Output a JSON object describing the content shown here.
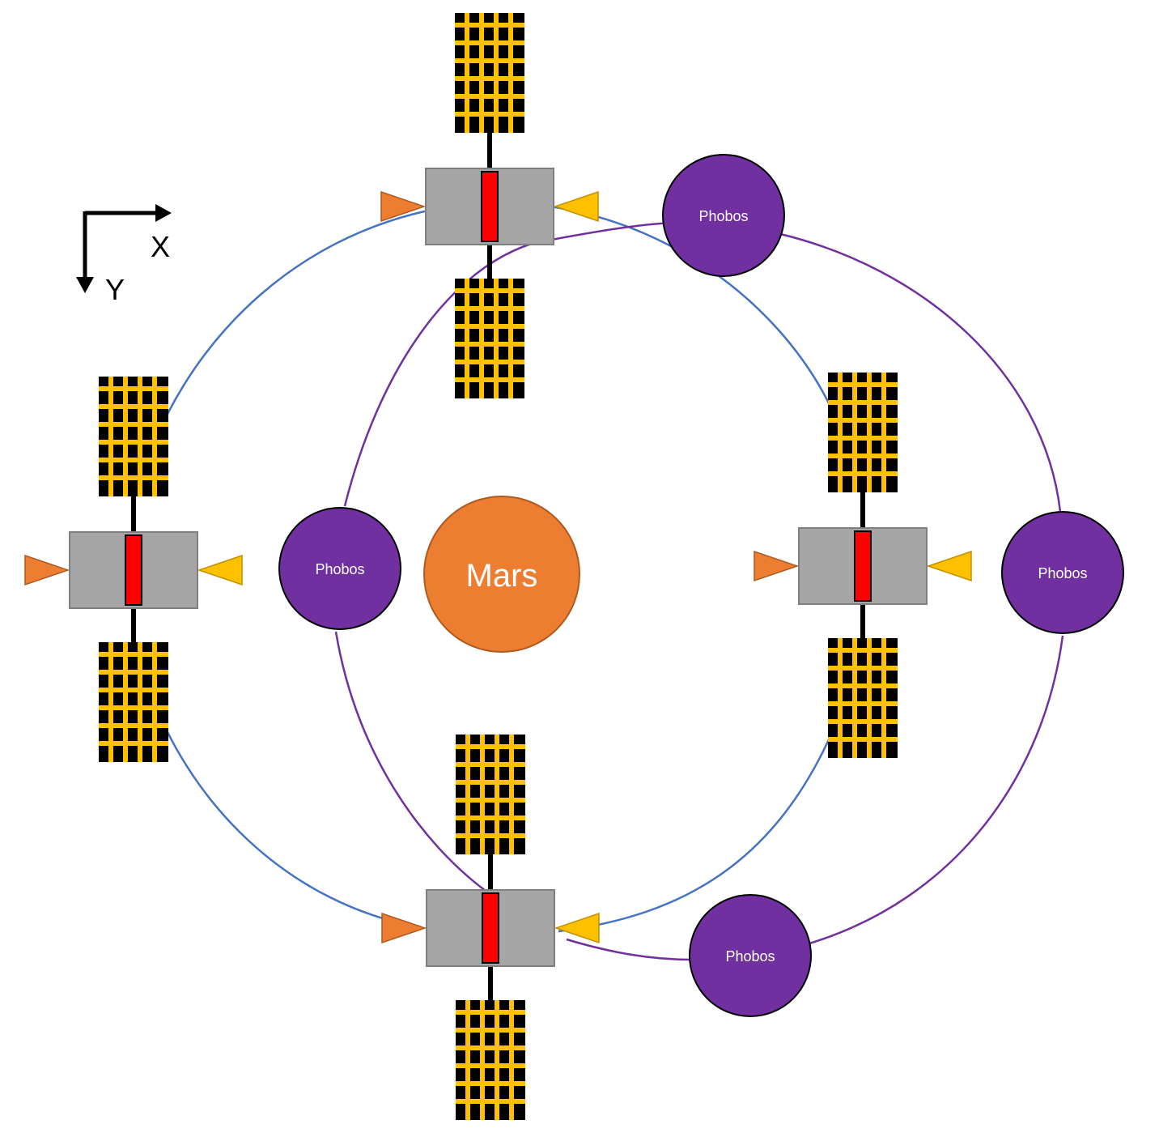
{
  "planet": {
    "label": "Mars",
    "fill": "#ED7D31",
    "stroke": "#AE5A21"
  },
  "moons": [
    {
      "label": "Phobos"
    },
    {
      "label": "Phobos"
    },
    {
      "label": "Phobos"
    },
    {
      "label": "Phobos"
    }
  ],
  "moon_style": {
    "fill": "#7030A0",
    "stroke": "#000000"
  },
  "orbits": {
    "spacecraft_color": "#4472C4",
    "phobos_color": "#7030A0"
  },
  "spacecraft_style": {
    "body": "#A6A6A6",
    "body_stroke": "#7F7F7F",
    "core": "#FF0000",
    "panel": "#000000",
    "panel_grid": "#FFC000",
    "thruster_left": "#ED7D31",
    "thruster_right": "#FFC000"
  },
  "axes": {
    "x_label": "X",
    "y_label": "Y"
  }
}
